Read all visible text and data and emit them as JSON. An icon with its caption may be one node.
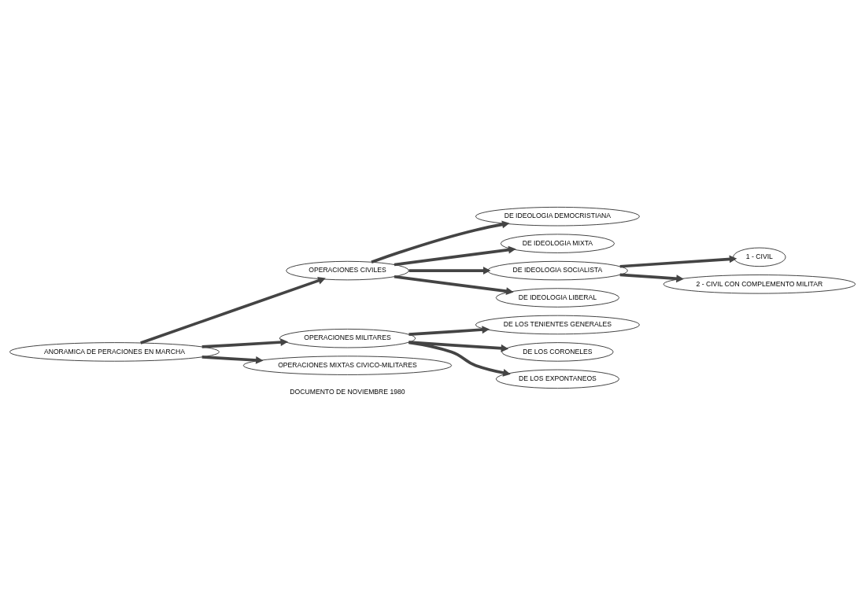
{
  "diagram": {
    "nodes": [
      {
        "text": [
          "ANORAMICA DE PERACIONES EN MARCHA"
        ]
      },
      {
        "text": [
          "OPERACIONES CIVILES"
        ]
      },
      {
        "text": [
          "OPERACIONES MILITARES"
        ]
      },
      {
        "text": [
          "OPERACIONES MIXTAS CIVICO-MILITARES"
        ]
      },
      {
        "text": [
          "DE IDEOLOGIA DEMOCRISTIANA"
        ]
      },
      {
        "text": [
          "DE IDEOLOGIA MIXTA"
        ]
      },
      {
        "text": [
          "DE IDEOLOGIA SOCIALISTA"
        ]
      },
      {
        "text": [
          "DE IDEOLOGIA LIBERAL"
        ]
      },
      {
        "text": [
          "1 - CIVIL"
        ]
      },
      {
        "text": [
          "2 - CIVIL CON COMPLEMENTO MILITAR"
        ]
      },
      {
        "text": [
          "DE LOS TENIENTES GENERALES"
        ]
      },
      {
        "text": [
          "DE LOS CORONELES"
        ]
      },
      {
        "text": [
          "DE LOS EXPONTANEOS"
        ]
      }
    ],
    "edges": [
      {
        "from": 0,
        "to": 1,
        "arrow": "to"
      },
      {
        "from": 0,
        "to": 2,
        "arrow": "to"
      },
      {
        "from": 0,
        "to": 3,
        "arrow": "to"
      },
      {
        "from": 1,
        "to": 4,
        "arrow": "to"
      },
      {
        "from": 1,
        "to": 5,
        "arrow": "to"
      },
      {
        "from": 1,
        "to": 6,
        "arrow": "to"
      },
      {
        "from": 1,
        "to": 7,
        "arrow": "to"
      },
      {
        "from": 6,
        "to": 8,
        "arrow": "to"
      },
      {
        "from": 6,
        "to": 9,
        "arrow": "to"
      },
      {
        "from": 2,
        "to": 10,
        "arrow": "to"
      },
      {
        "from": 2,
        "to": 11,
        "arrow": "to"
      },
      {
        "from": 2,
        "to": 12,
        "arrow": "to"
      }
    ],
    "labels": [
      "DOCUMENTO DE NOVIEMBRE 1980"
    ]
  }
}
